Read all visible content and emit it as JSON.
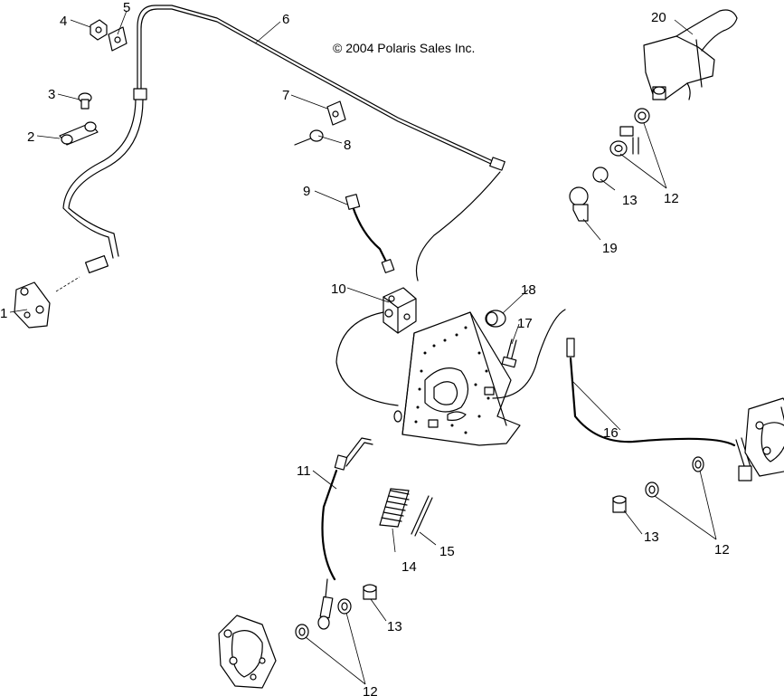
{
  "copyright": "© 2004 Polaris Sales Inc.",
  "callouts": {
    "c1": "1",
    "c2": "2",
    "c3": "3",
    "c4": "4",
    "c5": "5",
    "c6": "6",
    "c7": "7",
    "c8": "8",
    "c9": "9",
    "c10": "10",
    "c11": "11",
    "c12a": "12",
    "c12b": "12",
    "c12c": "12",
    "c13a": "13",
    "c13b": "13",
    "c13c": "13",
    "c14": "14",
    "c15": "15",
    "c16": "16",
    "c17": "17",
    "c18": "18",
    "c19": "19",
    "c20": "20"
  }
}
